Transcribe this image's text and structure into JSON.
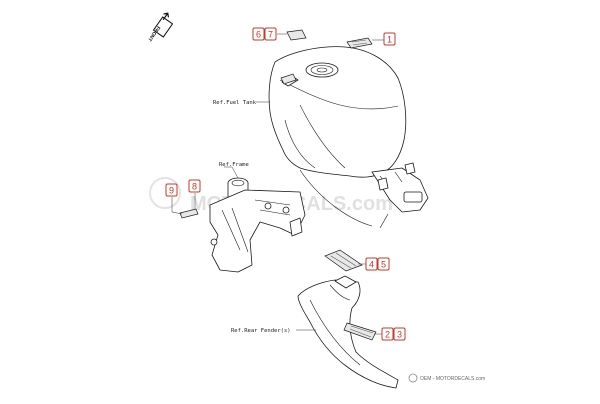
{
  "front_indicator": {
    "label": "FRONT"
  },
  "references": {
    "fuel_tank": "Ref.Fuel Tank",
    "frame": "Ref.Frame",
    "rear_fender": "Ref.Rear Fender(s)"
  },
  "callouts": {
    "c1": "1",
    "c2": "2",
    "c3": "3",
    "c4": "4",
    "c5": "5",
    "c6": "6",
    "c7": "7",
    "c8": "8",
    "c9": "9"
  },
  "watermark": {
    "text": "MOTORDECALS.com"
  },
  "credit": {
    "text": "OEM - MOTORDECALS.com"
  },
  "colors": {
    "callout": "#c0392b",
    "line": "#1a1a1a"
  }
}
